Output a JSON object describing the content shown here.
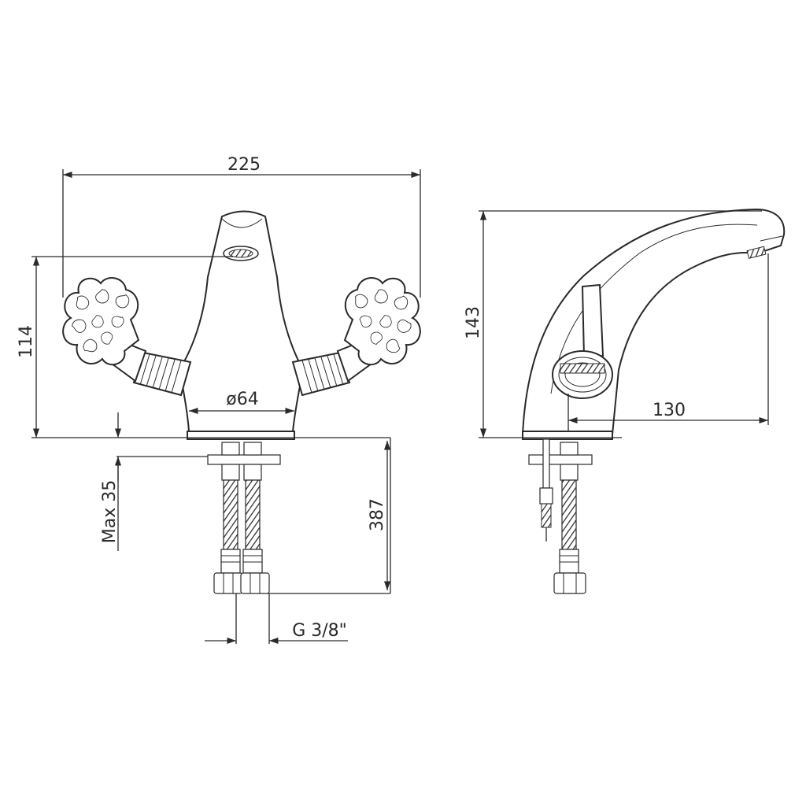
{
  "dimensions": {
    "overall_width": "225",
    "height_front": "114",
    "base_diameter": "ø64",
    "max_counter_thickness": "Max 35",
    "hose_length": "387",
    "connection_thread": "G 3/8\"",
    "height_side": "143",
    "spout_reach": "130"
  }
}
